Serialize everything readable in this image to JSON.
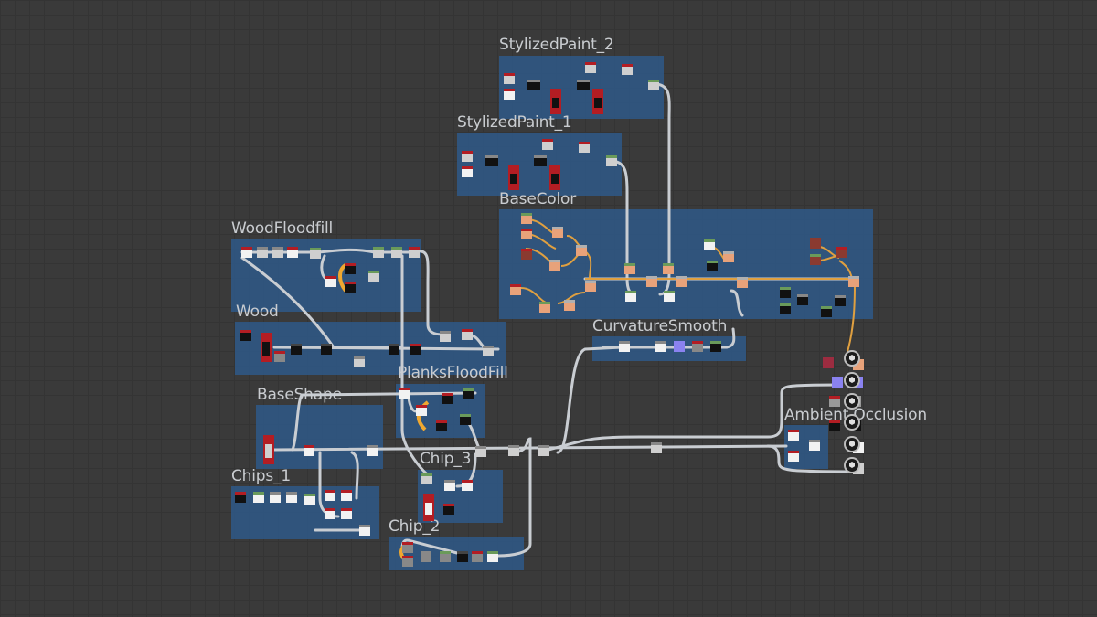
{
  "app": {
    "view": "substance-graph-editor"
  },
  "frames": [
    {
      "id": "stylized-paint-2",
      "title": "StylizedPaint_2"
    },
    {
      "id": "stylized-paint-1",
      "title": "StylizedPaint_1"
    },
    {
      "id": "base-color",
      "title": "BaseColor"
    },
    {
      "id": "wood-floodfill",
      "title": "WoodFloodfill"
    },
    {
      "id": "wood",
      "title": "Wood"
    },
    {
      "id": "curvature-smooth",
      "title": "CurvatureSmooth"
    },
    {
      "id": "planks-floodfill",
      "title": "PlanksFloodFill"
    },
    {
      "id": "base-shape",
      "title": "BaseShape"
    },
    {
      "id": "ambient-occlusion",
      "title": "Ambient Occlusion"
    },
    {
      "id": "chip-3",
      "title": "Chip_3"
    },
    {
      "id": "chips-1",
      "title": "Chips_1"
    },
    {
      "id": "chip-2",
      "title": "Chip_2"
    }
  ],
  "outputs": [
    {
      "name": "output-basecolor",
      "swatch": "#e8a27a"
    },
    {
      "name": "output-normal",
      "swatch": "#8a82f0"
    },
    {
      "name": "output-roughness",
      "swatch": "#9a9a9a"
    },
    {
      "name": "output-metallic",
      "swatch": "#111111"
    },
    {
      "name": "output-height",
      "swatch": "#f4f4f4"
    },
    {
      "name": "output-ambient-occlusion",
      "swatch": "#cfcfcf"
    }
  ],
  "colors": {
    "canvas": "#3a3a3a",
    "frame": "#2f557e",
    "wire": "#c9cdd2",
    "wire_color": "#e0a040",
    "node_header": "#b31d23",
    "node_header_alt": "#6a9a5a",
    "peach": "#e8a27a"
  }
}
